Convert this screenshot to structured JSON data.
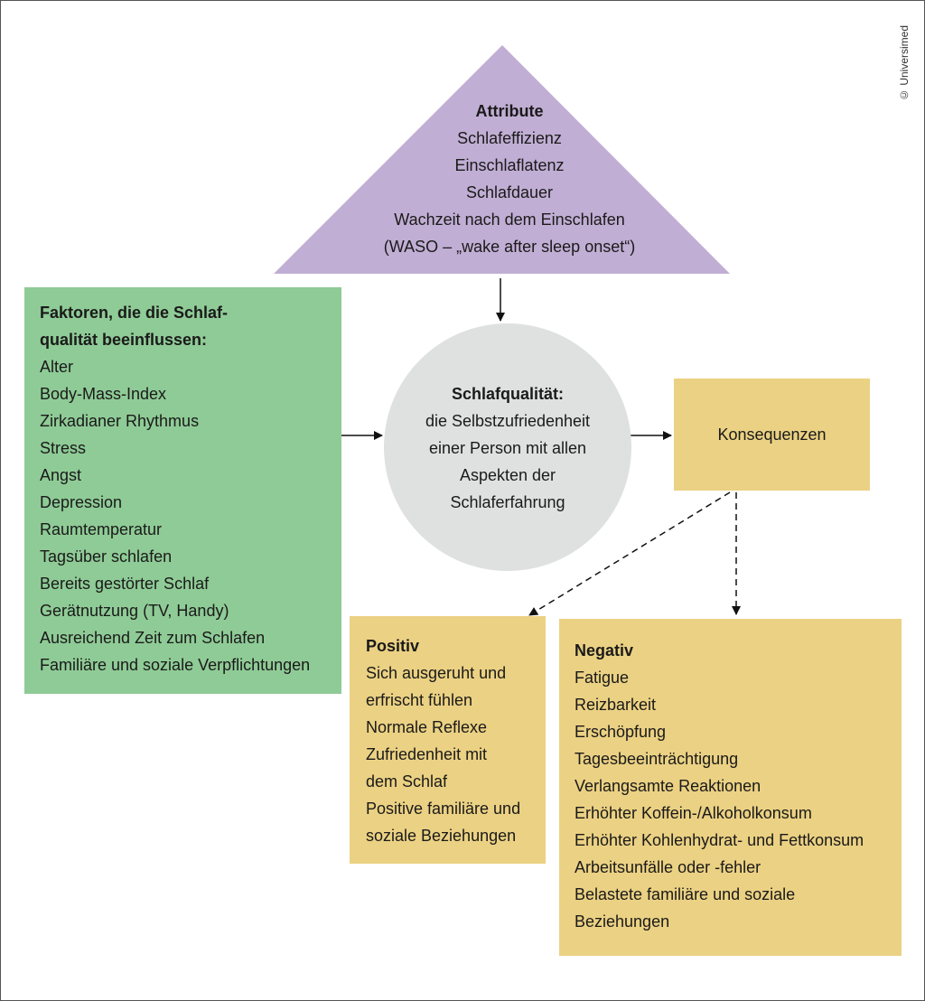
{
  "copyright": "© Universimed",
  "colors": {
    "triangle": "#c1aed4",
    "factors_box": "#8fcb96",
    "circle": "#dfe0e0",
    "consequence_boxes": "#ebd183"
  },
  "attribute": {
    "title": "Attribute",
    "items": [
      "Schlafeffizienz",
      "Einschlaflatenz",
      "Schlafdauer",
      "Wachzeit nach dem Einschlafen",
      "(WASO – „wake after sleep onset“)"
    ]
  },
  "factors": {
    "title_lines": [
      "Faktoren, die die Schlaf-",
      "qualität beeinflussen:"
    ],
    "items": [
      "Alter",
      "Body-Mass-Index",
      "Zirkadianer Rhythmus",
      "Stress",
      "Angst",
      "Depression",
      "Raumtemperatur",
      "Tagsüber schlafen",
      "Bereits gestörter Schlaf",
      "Gerätnutzung (TV, Handy)",
      "Ausreichend Zeit zum Schlafen",
      "Familiäre und soziale Verpflichtungen"
    ]
  },
  "center": {
    "title": "Schlafqualität:",
    "lines": [
      "die Selbstzufriedenheit",
      "einer Person mit allen",
      "Aspekten der",
      "Schlaferfahrung"
    ]
  },
  "konsequenzen": {
    "label": "Konsequenzen"
  },
  "positiv": {
    "title": "Positiv",
    "lines": [
      "Sich ausgeruht und",
      "erfrischt fühlen",
      "Normale Reflexe",
      "Zufriedenheit mit",
      "dem Schlaf",
      "Positive familiäre und",
      "soziale Beziehungen"
    ]
  },
  "negativ": {
    "title": "Negativ",
    "lines": [
      "Fatigue",
      "Reizbarkeit",
      "Erschöpfung",
      "Tagesbeeinträchtigung",
      "Verlangsamte Reaktionen",
      "Erhöhter Koffein-/Alkoholkonsum",
      "Erhöhter Kohlenhydrat- und Fettkonsum",
      "Arbeitsunfälle oder -fehler",
      "Belastete familiäre und soziale",
      "Beziehungen"
    ]
  }
}
